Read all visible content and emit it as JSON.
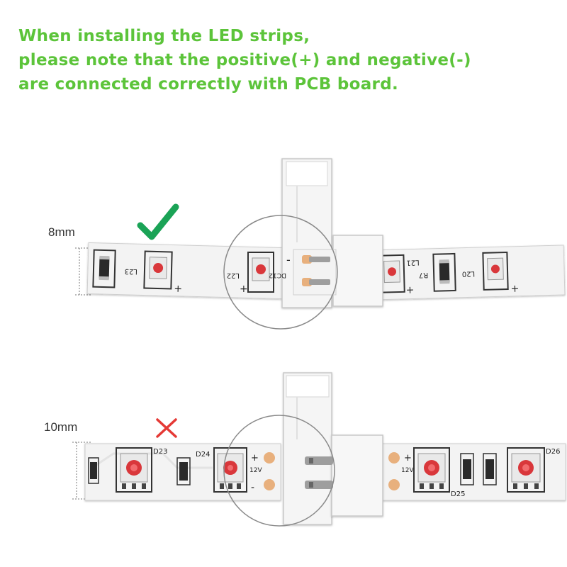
{
  "headline": {
    "line1": "When installing the LED strips,",
    "line2": "please note that the positive(+) and negative(-)",
    "line3": "are connected correctly with PCB board."
  },
  "colors": {
    "headline": "#5cc43a",
    "check": "#1aa356",
    "cross": "#e53935",
    "led_red": "#d9373b",
    "pad_copper": "#e8b07d"
  },
  "strip_8mm": {
    "width_label": "8mm",
    "status_icon": "check-icon",
    "labels": {
      "l23": "L23",
      "l22": "L22",
      "dc12v": "DC12V",
      "l21": "L21",
      "r7": "R7",
      "l20": "L20",
      "plus": "+",
      "minus": "-"
    }
  },
  "strip_10mm": {
    "width_label": "10mm",
    "status_icon": "cross-icon",
    "labels": {
      "d23": "D23",
      "d24": "D24",
      "d25": "D25",
      "d26": "D26",
      "v12": "12V",
      "plus": "+",
      "minus": "-"
    }
  }
}
